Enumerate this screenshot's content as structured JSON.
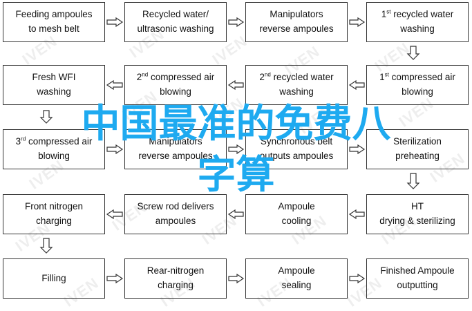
{
  "watermark": "IVEN",
  "overlay_text": {
    "line1": "中国最准的免费八",
    "line2": "字算"
  },
  "boxes": [
    {
      "lines": [
        [
          "Feeding ampoules"
        ],
        [
          "to mesh belt"
        ]
      ]
    },
    {
      "lines": [
        [
          "Recycled water/"
        ],
        [
          "ultrasonic washing"
        ]
      ]
    },
    {
      "lines": [
        [
          "Manipulators"
        ],
        [
          "reverse ampoules"
        ]
      ]
    },
    {
      "lines": [
        [
          "1",
          "st",
          " recycled water"
        ],
        [
          "washing"
        ]
      ]
    },
    {
      "lines": [
        [
          "Fresh WFI"
        ],
        [
          "washing"
        ]
      ]
    },
    {
      "lines": [
        [
          "2",
          "nd",
          " compressed air"
        ],
        [
          "blowing"
        ]
      ]
    },
    {
      "lines": [
        [
          "2",
          "nd",
          " recycled water"
        ],
        [
          "washing"
        ]
      ]
    },
    {
      "lines": [
        [
          "1",
          "st",
          " compressed air"
        ],
        [
          "blowing"
        ]
      ]
    },
    {
      "lines": [
        [
          "3",
          "rd",
          " compressed air"
        ],
        [
          "blowing"
        ]
      ]
    },
    {
      "lines": [
        [
          "Manipulators"
        ],
        [
          "reverse ampoules"
        ]
      ]
    },
    {
      "lines": [
        [
          "Synchronous belt"
        ],
        [
          "outputs ampoules"
        ]
      ]
    },
    {
      "lines": [
        [
          "Sterilization"
        ],
        [
          "preheating"
        ]
      ]
    },
    {
      "lines": [
        [
          "Front nitrogen"
        ],
        [
          "charging"
        ]
      ]
    },
    {
      "lines": [
        [
          "Screw rod delivers"
        ],
        [
          "ampoules"
        ]
      ]
    },
    {
      "lines": [
        [
          "Ampoule"
        ],
        [
          "cooling"
        ]
      ]
    },
    {
      "lines": [
        [
          "HT"
        ],
        [
          "drying & sterilizing"
        ]
      ]
    },
    {
      "lines": [
        [
          "Filling"
        ]
      ]
    },
    {
      "lines": [
        [
          "Rear-nitrogen"
        ],
        [
          "charging"
        ]
      ]
    },
    {
      "lines": [
        [
          "Ampoule"
        ],
        [
          "sealing"
        ]
      ]
    },
    {
      "lines": [
        [
          "Finished Ampoule"
        ],
        [
          "outputting"
        ]
      ]
    }
  ]
}
